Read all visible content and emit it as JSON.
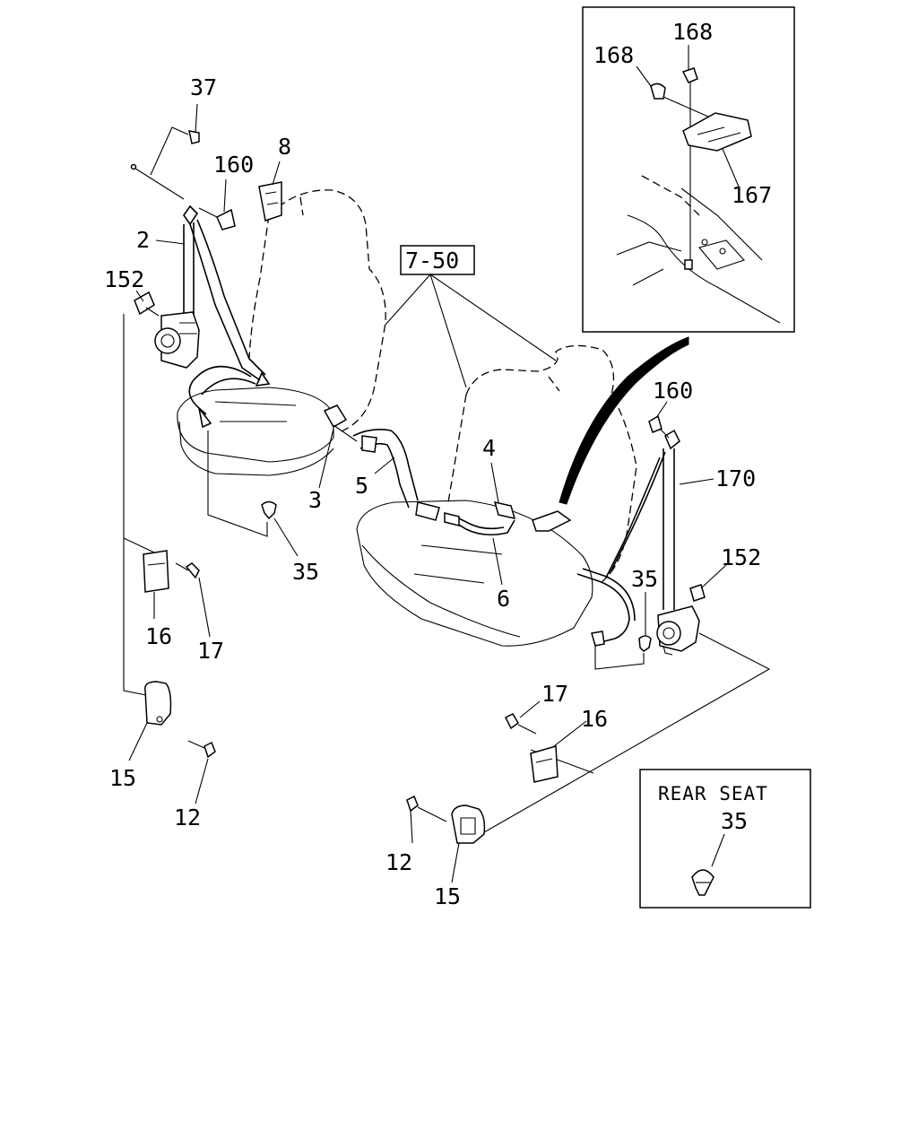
{
  "callouts": {
    "p37": "37",
    "p160_left": "160",
    "p8": "8",
    "p2": "2",
    "p152_left": "152",
    "p7_50": "7-50",
    "p3": "3",
    "p5": "5",
    "p4": "4",
    "p6": "6",
    "p35_left": "35",
    "p16_left": "16",
    "p17_left": "17",
    "p15_left": "15",
    "p12_left": "12",
    "p168_top": "168",
    "p168_left": "168",
    "p167": "167",
    "p160_right": "160",
    "p170": "170",
    "p152_right": "152",
    "p35_right": "35",
    "p17_right": "17",
    "p16_right": "16",
    "p12_right": "12",
    "p15_right": "15"
  },
  "rear_seat_box": {
    "title": "REAR SEAT",
    "part": "35"
  },
  "icons": [
    "seat-belt-retractor",
    "anchor-cover",
    "bolt",
    "clip-fastener",
    "buckle",
    "bracket",
    "nut"
  ],
  "colors": {
    "line": "#000000",
    "background": "#ffffff"
  }
}
